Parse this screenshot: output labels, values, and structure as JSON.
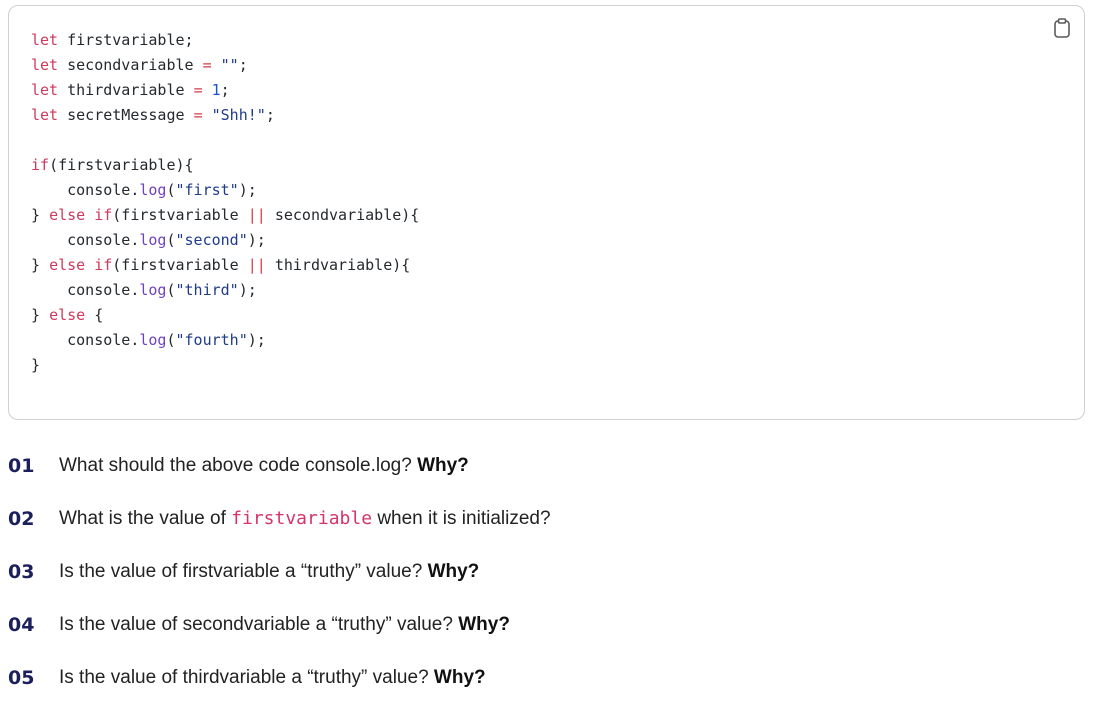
{
  "code_block": {
    "copy_icon": "clipboard-icon",
    "lines": [
      [
        {
          "t": "kw",
          "v": "let"
        },
        {
          "t": "plain",
          "v": " firstvariable;"
        }
      ],
      [
        {
          "t": "kw",
          "v": "let"
        },
        {
          "t": "plain",
          "v": " secondvariable "
        },
        {
          "t": "op",
          "v": "="
        },
        {
          "t": "plain",
          "v": " "
        },
        {
          "t": "str",
          "v": "\"\""
        },
        {
          "t": "plain",
          "v": ";"
        }
      ],
      [
        {
          "t": "kw",
          "v": "let"
        },
        {
          "t": "plain",
          "v": " thirdvariable "
        },
        {
          "t": "op",
          "v": "="
        },
        {
          "t": "plain",
          "v": " "
        },
        {
          "t": "num",
          "v": "1"
        },
        {
          "t": "plain",
          "v": ";"
        }
      ],
      [
        {
          "t": "kw",
          "v": "let"
        },
        {
          "t": "plain",
          "v": " secretMessage "
        },
        {
          "t": "op",
          "v": "="
        },
        {
          "t": "plain",
          "v": " "
        },
        {
          "t": "str",
          "v": "\"Shh!\""
        },
        {
          "t": "plain",
          "v": ";"
        }
      ],
      [],
      [
        {
          "t": "kw",
          "v": "if"
        },
        {
          "t": "plain",
          "v": "(firstvariable){"
        }
      ],
      [
        {
          "t": "plain",
          "v": "    console."
        },
        {
          "t": "fn",
          "v": "log"
        },
        {
          "t": "plain",
          "v": "("
        },
        {
          "t": "str",
          "v": "\"first\""
        },
        {
          "t": "plain",
          "v": ");"
        }
      ],
      [
        {
          "t": "plain",
          "v": "} "
        },
        {
          "t": "kw",
          "v": "else"
        },
        {
          "t": "plain",
          "v": " "
        },
        {
          "t": "kw",
          "v": "if"
        },
        {
          "t": "plain",
          "v": "(firstvariable "
        },
        {
          "t": "op",
          "v": "||"
        },
        {
          "t": "plain",
          "v": " secondvariable){"
        }
      ],
      [
        {
          "t": "plain",
          "v": "    console."
        },
        {
          "t": "fn",
          "v": "log"
        },
        {
          "t": "plain",
          "v": "("
        },
        {
          "t": "str",
          "v": "\"second\""
        },
        {
          "t": "plain",
          "v": ");"
        }
      ],
      [
        {
          "t": "plain",
          "v": "} "
        },
        {
          "t": "kw",
          "v": "else"
        },
        {
          "t": "plain",
          "v": " "
        },
        {
          "t": "kw",
          "v": "if"
        },
        {
          "t": "plain",
          "v": "(firstvariable "
        },
        {
          "t": "op",
          "v": "||"
        },
        {
          "t": "plain",
          "v": " thirdvariable){"
        }
      ],
      [
        {
          "t": "plain",
          "v": "    console."
        },
        {
          "t": "fn",
          "v": "log"
        },
        {
          "t": "plain",
          "v": "("
        },
        {
          "t": "str",
          "v": "\"third\""
        },
        {
          "t": "plain",
          "v": ");"
        }
      ],
      [
        {
          "t": "plain",
          "v": "} "
        },
        {
          "t": "kw",
          "v": "else"
        },
        {
          "t": "plain",
          "v": " {"
        }
      ],
      [
        {
          "t": "plain",
          "v": "    console."
        },
        {
          "t": "fn",
          "v": "log"
        },
        {
          "t": "plain",
          "v": "("
        },
        {
          "t": "str",
          "v": "\"fourth\""
        },
        {
          "t": "plain",
          "v": ");"
        }
      ],
      [
        {
          "t": "plain",
          "v": "}"
        }
      ]
    ]
  },
  "questions": [
    {
      "num": "01",
      "parts": [
        {
          "t": "text",
          "v": "What should the above code console.log? "
        },
        {
          "t": "why",
          "v": "Why?"
        }
      ]
    },
    {
      "num": "02",
      "parts": [
        {
          "t": "text",
          "v": "What is the value of "
        },
        {
          "t": "code",
          "v": "firstvariable"
        },
        {
          "t": "text",
          "v": " when it is initialized?"
        }
      ]
    },
    {
      "num": "03",
      "parts": [
        {
          "t": "text",
          "v": "Is the value of firstvariable a “truthy” value? "
        },
        {
          "t": "why",
          "v": "Why?"
        }
      ]
    },
    {
      "num": "04",
      "parts": [
        {
          "t": "text",
          "v": "Is the value of secondvariable a “truthy” value? "
        },
        {
          "t": "why",
          "v": "Why?"
        }
      ]
    },
    {
      "num": "05",
      "parts": [
        {
          "t": "text",
          "v": "Is the value of thirdvariable a “truthy” value? "
        },
        {
          "t": "why",
          "v": "Why?"
        }
      ]
    }
  ],
  "colors": {
    "keyword": "#cf3a5c",
    "string": "#1f3b8a",
    "number": "#1a56c9",
    "function": "#6f42c1",
    "question_number": "#1b1f5c",
    "inline_code": "#d6336c"
  }
}
